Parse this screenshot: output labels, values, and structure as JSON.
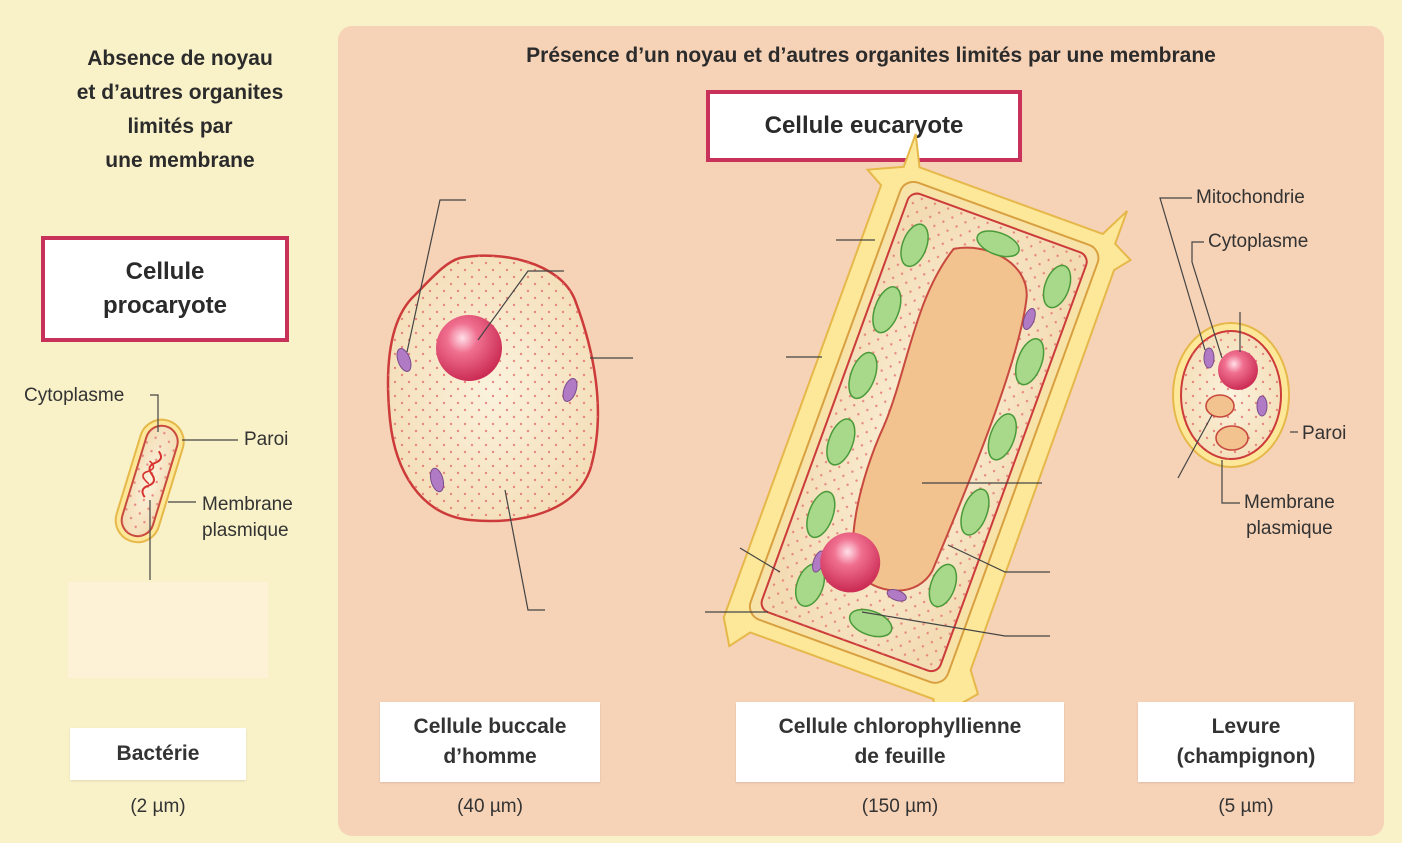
{
  "prokaryote": {
    "heading": [
      "Absence de noyau",
      "et d’autres organites",
      "limités par",
      "une membrane"
    ],
    "title": [
      "Cellule",
      "procaryote"
    ],
    "labels": {
      "cytoplasme": "Cytoplasme",
      "paroi": "Paroi",
      "membrane_1": "Membrane",
      "membrane_2": "plasmique"
    },
    "name": "Bactérie",
    "size": "(2 µm)"
  },
  "eukaryote": {
    "heading": "Présence d’un noyau et d’autres organites limités par une membrane",
    "title": "Cellule eucaryote",
    "buccal": {
      "name": [
        "Cellule buccale",
        "d’homme"
      ],
      "size": "(40 µm)"
    },
    "leaf": {
      "name": [
        "Cellule chlorophyllienne",
        "de feuille"
      ],
      "size": "(150 µm)"
    },
    "yeast": {
      "name": [
        "Levure",
        "(champignon)"
      ],
      "size": "(5 µm)",
      "labels": {
        "mitochondrie": "Mitochondrie",
        "cytoplasme": "Cytoplasme",
        "paroi": "Paroi",
        "membrane_1": "Membrane",
        "membrane_2": "plasmique"
      }
    }
  },
  "colors": {
    "background": "#f9f1c8",
    "panel": "#f6d2b6",
    "accent": "#c8325a",
    "nucleus": "#e04a6e",
    "chloroplast": "#a8d88a",
    "mitochondria": "#b07bc4",
    "cell_wall": "#fde89a",
    "cytoplasm": "#f8ebcf",
    "vacuole": "#f2c28f"
  }
}
